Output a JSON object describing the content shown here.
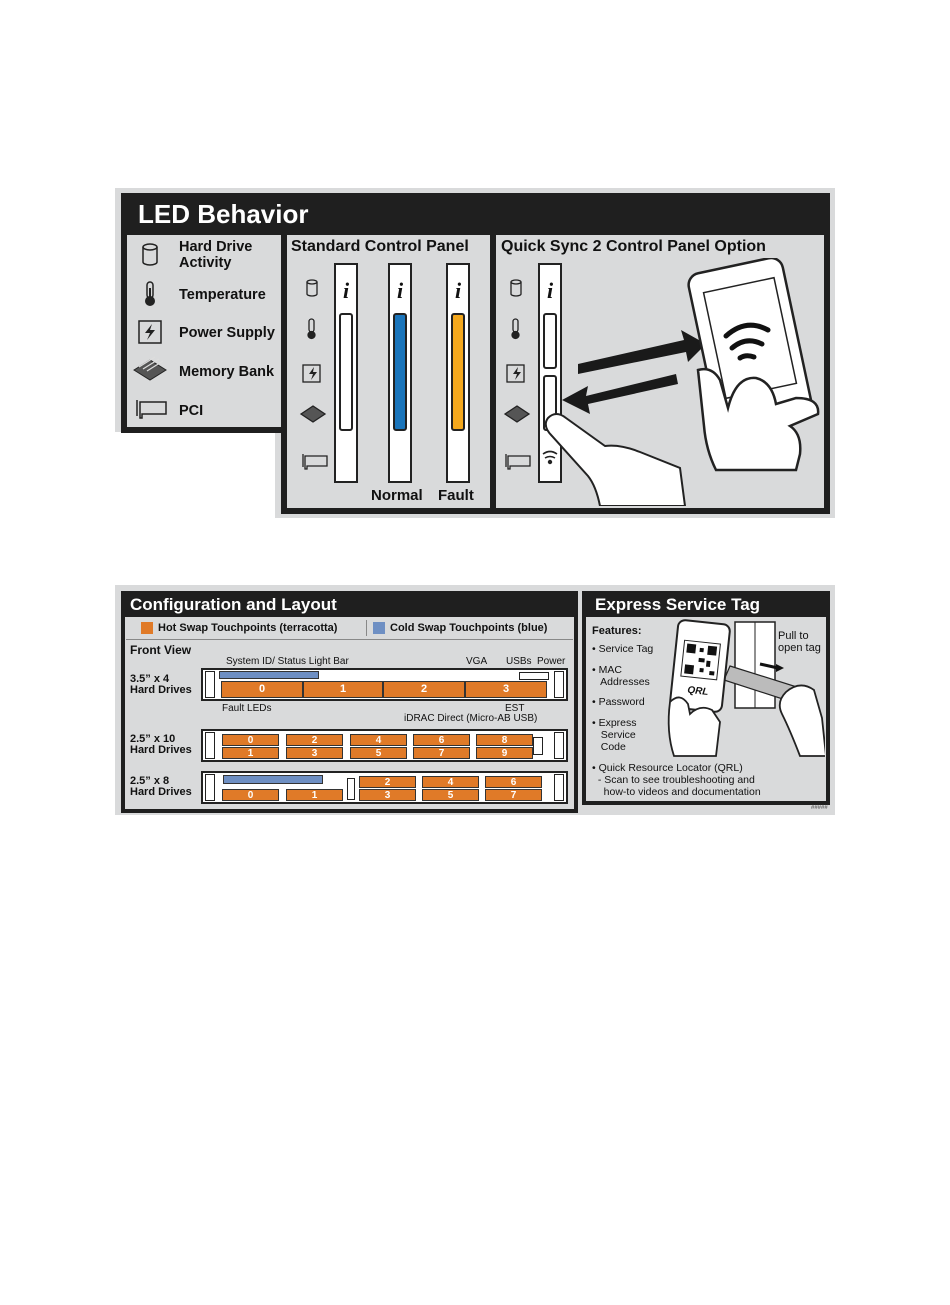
{
  "led": {
    "title": "LED Behavior",
    "legend": [
      {
        "label": "Hard Drive\nActivity",
        "icon": "hard-drive-icon"
      },
      {
        "label": "Temperature",
        "icon": "thermometer-icon"
      },
      {
        "label": "Power Supply",
        "icon": "power-supply-icon"
      },
      {
        "label": "Memory Bank",
        "icon": "memory-bank-icon"
      },
      {
        "label": "PCI",
        "icon": "pci-card-icon"
      }
    ],
    "standard_title": "Standard Control Panel",
    "quick_sync_title": "Quick Sync 2 Control Panel Option",
    "normal_label": "Normal",
    "fault_label": "Fault",
    "normal_color": "#1b75bb",
    "fault_color": "#f4a81d"
  },
  "config": {
    "title": "Configuration and Layout",
    "hot_swap": "Hot Swap Touchpoints (terracotta)",
    "cold_swap": "Cold Swap Touchpoints (blue)",
    "hot_color": "#e07a28",
    "cold_color": "#6e8fc3",
    "front_view": "Front View",
    "row1_label": "3.5” x 4\nHard Drives",
    "row2_label": "2.5” x 10\nHard Drives",
    "row3_label": "2.5” x 8\nHard Drives",
    "callouts": {
      "system_id": "System ID/ Status Light Bar",
      "vga": "VGA",
      "usbs": "USBs",
      "power": "Power",
      "fault_leds": "Fault LEDs",
      "est": "EST",
      "idrac": "iDRAC Direct (Micro-AB USB)"
    },
    "row1_drives": [
      "0",
      "1",
      "2",
      "3"
    ],
    "row2_top": [
      "0",
      "2",
      "4",
      "6",
      "8"
    ],
    "row2_bottom": [
      "1",
      "3",
      "5",
      "7",
      "9"
    ],
    "row3_top": [
      "2",
      "4",
      "6"
    ],
    "row3_bottom": [
      "0",
      "1",
      "3",
      "5",
      "7"
    ]
  },
  "est": {
    "title": "Express Service Tag",
    "features_title": "Features:",
    "features": [
      "• Service Tag",
      "• MAC\n   Addresses",
      "• Password",
      "• Express\n   Service\n   Code"
    ],
    "qrl_line1": "• Quick Resource Locator (QRL)",
    "qrl_line2": "  - Scan to see troubleshooting and",
    "qrl_line3": "    how-to videos and documentation",
    "pull_tag": "Pull to\nopen tag",
    "qrl_phone_label": "QRL"
  },
  "footnote": "#####"
}
